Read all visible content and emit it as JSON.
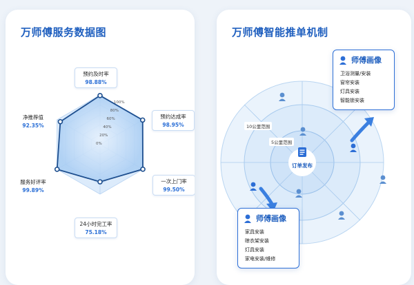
{
  "left_card": {
    "title": "万师傅服务数据图",
    "radar_ticks": [
      "100%",
      "80%",
      "60%",
      "40%",
      "20%",
      "0%"
    ],
    "metrics": [
      {
        "name": "预约及时率",
        "value": "98.88%"
      },
      {
        "name": "预约达成率",
        "value": "98.95%"
      },
      {
        "name": "一次上门率",
        "value": "99.50%"
      },
      {
        "name": "24小时完工率",
        "value": "75.18%"
      },
      {
        "name": "服务好评率",
        "value": "99.89%"
      },
      {
        "name": "净推荐值",
        "value": "92.35%"
      }
    ],
    "colors": {
      "accent": "#1f5fbf",
      "outline": "#1e4f8f",
      "fill": "#bcd8f6"
    }
  },
  "right_card": {
    "title": "万师傅智能推单机制",
    "center_label": "订单发布",
    "ring_labels": {
      "outer": "10公里范围",
      "inner": "5公里范围"
    },
    "popup_top": {
      "title": "师傅画像",
      "items": [
        "卫浴测量/安装",
        "窗帘安装",
        "灯具安装",
        "智能锁安装"
      ]
    },
    "popup_bottom": {
      "title": "师傅画像",
      "items": [
        "家具安装",
        "晾衣架安装",
        "灯具安装",
        "家电安装/维修"
      ]
    },
    "icons": {
      "center": "document-icon",
      "worker": "person-icon",
      "arrow": "curved-arrow-icon"
    }
  }
}
